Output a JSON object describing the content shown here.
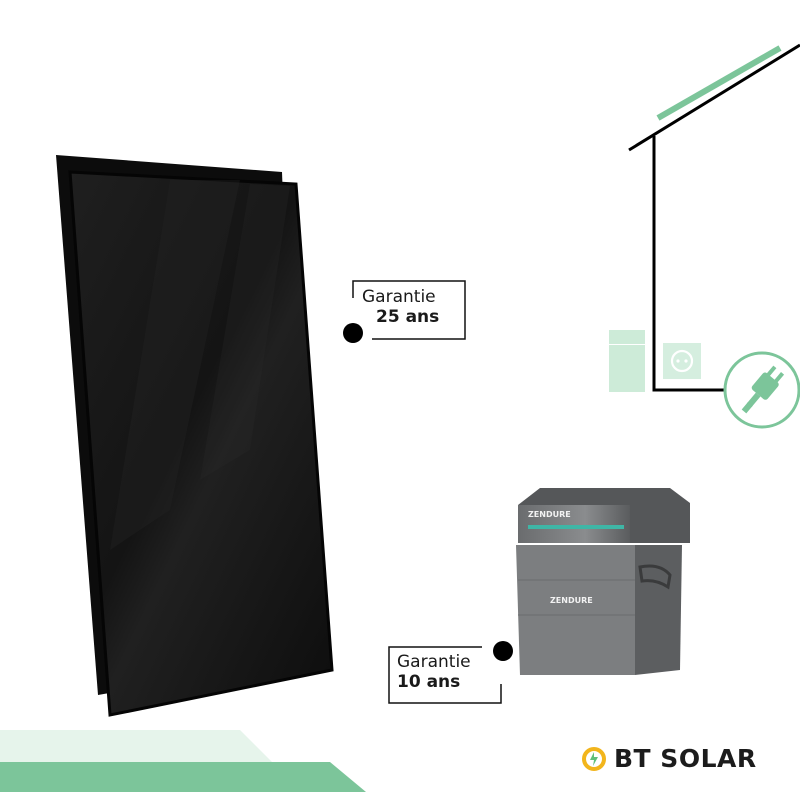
{
  "warranty_panels": {
    "line1": "Garantie",
    "line2": "25 ans"
  },
  "warranty_battery": {
    "line1": "Garantie",
    "line2": "10 ans"
  },
  "battery": {
    "brand_top": "ZENDURE",
    "brand_front": "ZENDURE"
  },
  "brand": {
    "name": "BT SOLAR"
  },
  "icons": [
    "house-outline-icon",
    "wall-socket-icon",
    "plug-icon",
    "battery-icon"
  ],
  "colors": {
    "accent_green": "#7cc59a",
    "light_green": "#cdebd8",
    "pale_green": "#e6f4eb",
    "dark": "#111111"
  }
}
